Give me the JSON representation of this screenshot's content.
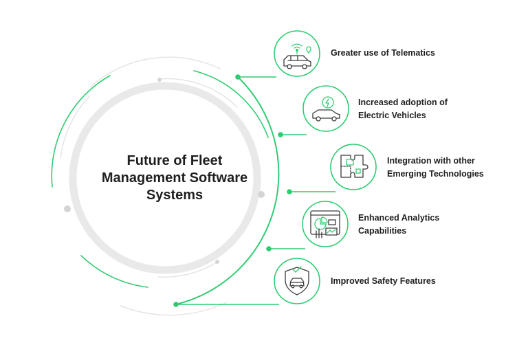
{
  "center": {
    "title_line1": "Future of Fleet",
    "title_line2": "Management Software",
    "title_line3": "Systems"
  },
  "items": [
    {
      "label_line1": "Greater use of Telematics",
      "label_line2": "",
      "icon": "telematics-car-icon"
    },
    {
      "label_line1": "Increased adoption of",
      "label_line2": "Electric Vehicles",
      "icon": "electric-vehicle-icon"
    },
    {
      "label_line1": "Integration with other",
      "label_line2": "Emerging Technologies",
      "icon": "puzzle-icon"
    },
    {
      "label_line1": "Enhanced Analytics",
      "label_line2": "Capabilities",
      "icon": "analytics-dashboard-icon"
    },
    {
      "label_line1": "Improved Safety Features",
      "label_line2": "",
      "icon": "safety-shield-icon"
    }
  ],
  "colors": {
    "accent": "#2ecc71",
    "ring_gray": "#e3e3e3",
    "dot_gray": "#d4d4d4",
    "text": "#1f1f1f",
    "icon_stroke": "#3a3a3a"
  }
}
